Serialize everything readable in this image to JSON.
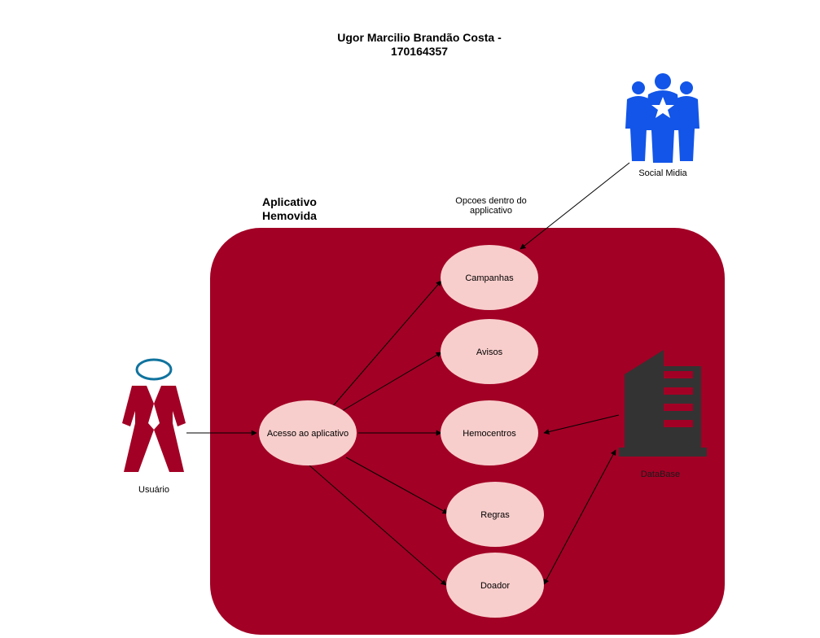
{
  "title": "Ugor Marcilio Brandão Costa - 170164357",
  "system": {
    "label": "Aplicativo Hemovida",
    "color": "#a20025"
  },
  "options_label": "Opcoes dentro do applicativo",
  "actors": {
    "user": {
      "label": "Usuário",
      "icon": "user-icon",
      "color": "#a20025"
    },
    "social": {
      "label": "Social Midia",
      "icon": "people-star-icon",
      "color": "#1255e8"
    },
    "database": {
      "label": "DataBase",
      "icon": "building-icon",
      "color": "#333333"
    }
  },
  "use_cases": {
    "main": "Acesso ao aplicativo",
    "campanhas": "Campanhas",
    "avisos": "Avisos",
    "hemocentros": "Hemocentros",
    "regras": "Regras",
    "doador": "Doador"
  },
  "colors": {
    "ellipse_fill": "#f8cecc",
    "line": "#000000"
  }
}
